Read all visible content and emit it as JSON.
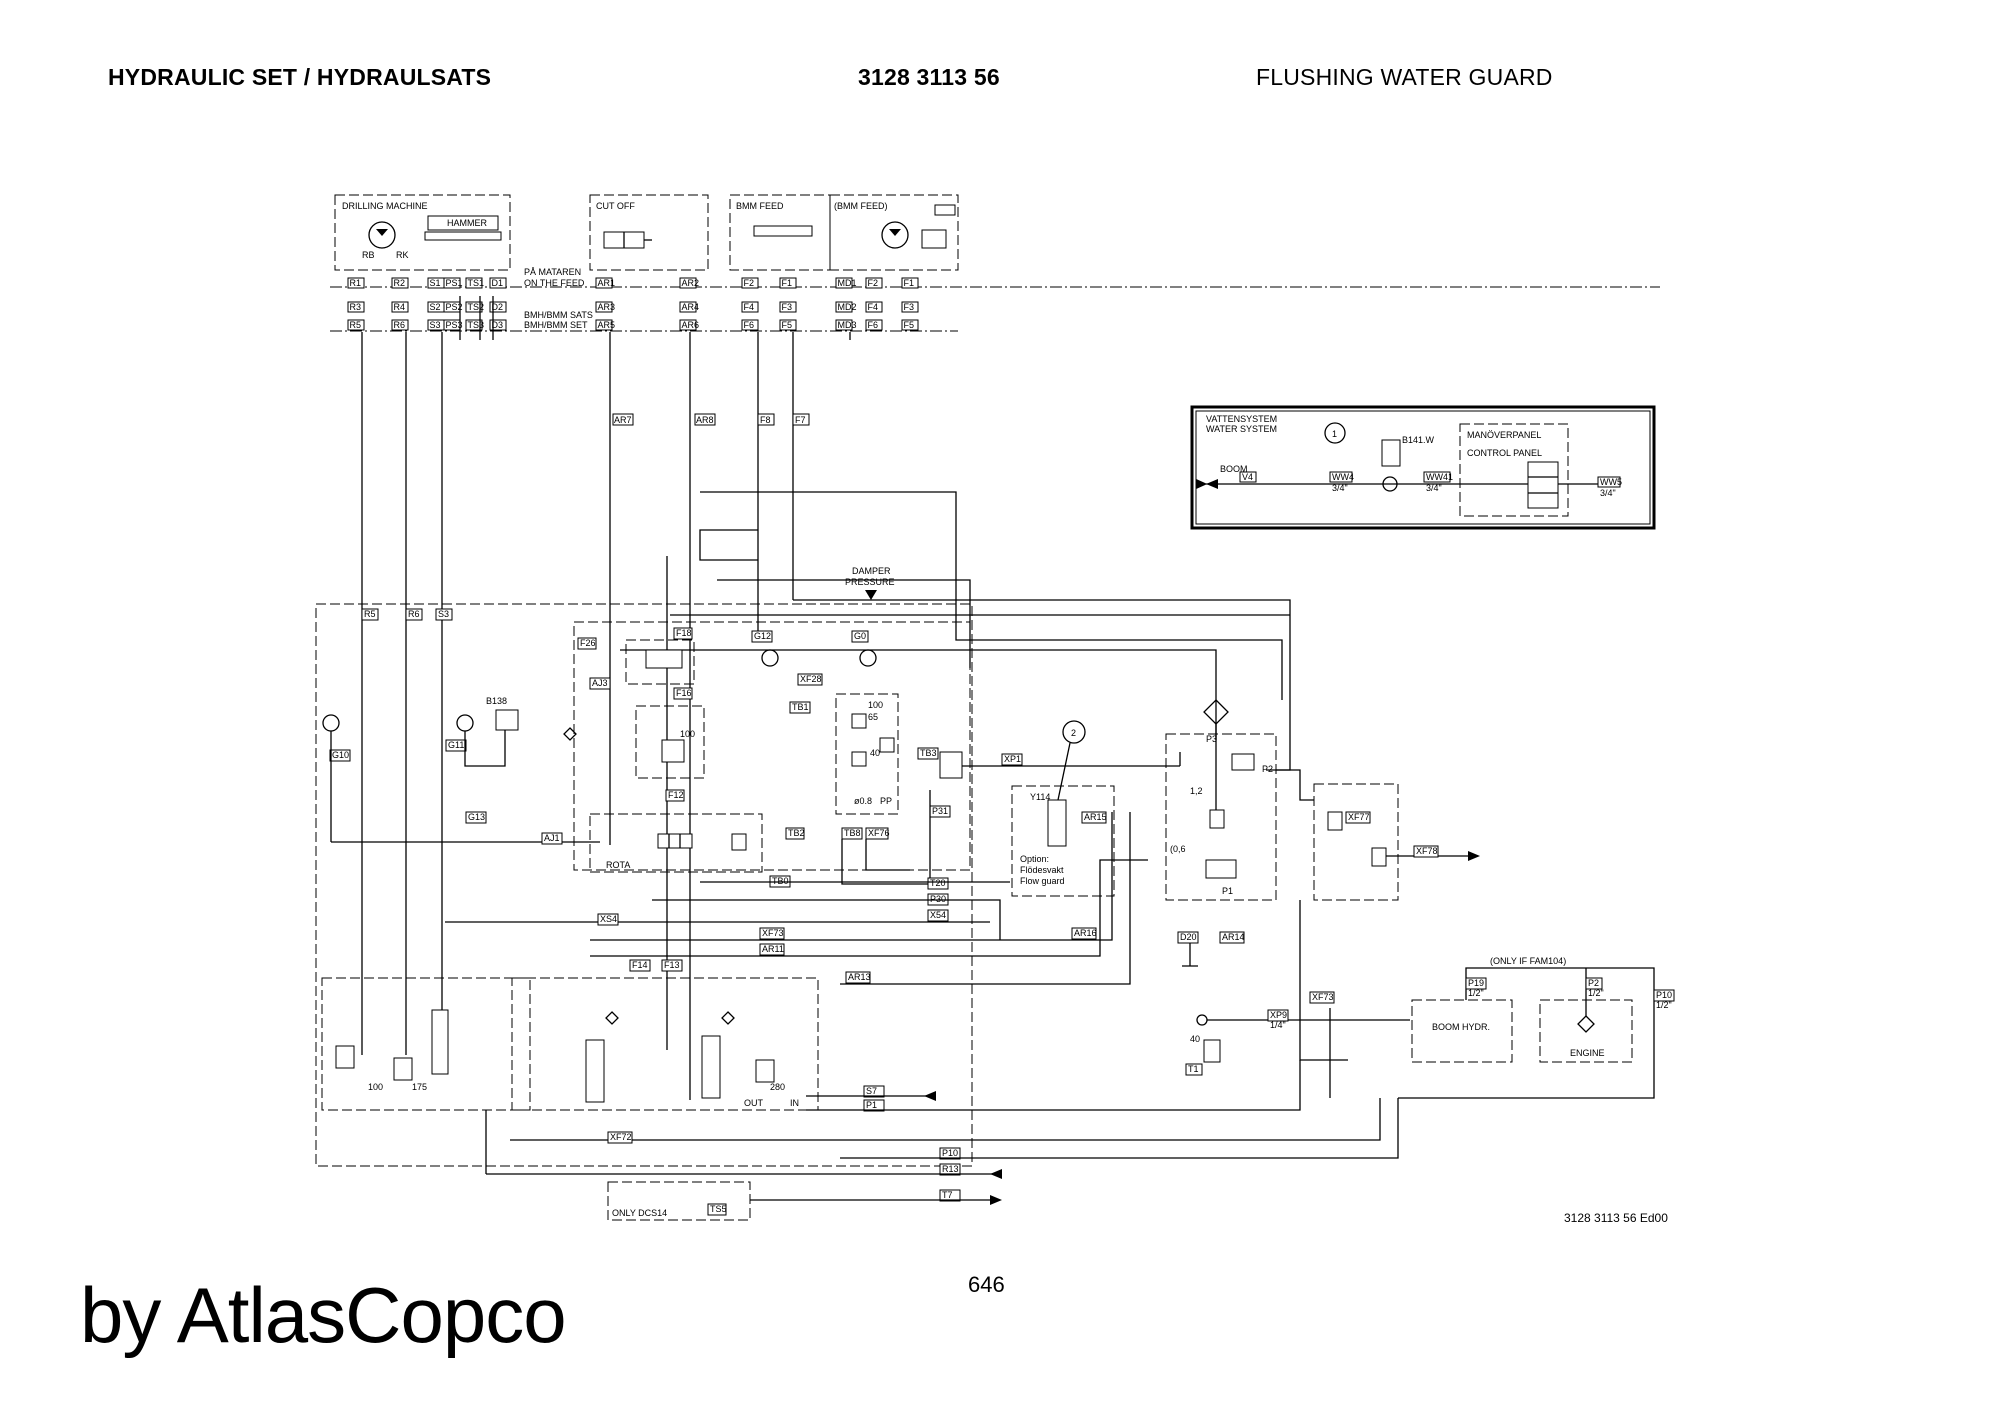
{
  "header": {
    "left": "HYDRAULIC SET / HYDRAULSATS",
    "center": "3128 3113 56",
    "right": "FLUSHING WATER GUARD"
  },
  "footer": {
    "page_number": "646",
    "brand": "by AtlasCopco",
    "drawing_ref": "3128 3113 56 Ed00"
  },
  "top_blocks": {
    "drilling_machine": "DRILLING MACHINE",
    "hammer": "HAMMER",
    "rb": "RB",
    "rk": "RK",
    "cut_off": "CUT OFF",
    "bmm_feed": "BMM FEED",
    "bmm_feed_alt": "(BMM FEED)",
    "pa_mataren": "PÅ MATAREN",
    "on_the_feed": "ON THE FEED",
    "bmh_sats": "BMH/BMM SATS",
    "bmh_set": "BMH/BMM SET"
  },
  "port_rows": [
    [
      "R1",
      "R2",
      "S1",
      "PS1",
      "TS1",
      "D1",
      "AR1",
      "AR2",
      "F2",
      "F1",
      "MD1",
      "F2",
      "F1"
    ],
    [
      "R3",
      "R4",
      "S2",
      "PS2",
      "TS2",
      "D2",
      "AR3",
      "AR4",
      "F4",
      "F3",
      "MD2",
      "F4",
      "F3"
    ],
    [
      "R5",
      "R6",
      "S3",
      "PS3",
      "TS3",
      "D3",
      "AR5",
      "AR6",
      "F6",
      "F5",
      "MD3",
      "F6",
      "F5"
    ]
  ],
  "water_system": {
    "title1": "VATTENSYSTEM",
    "title2": "WATER SYSTEM",
    "boom": "BOOM",
    "v4": "V4",
    "ww4": "WW4",
    "ww41": "WW41",
    "ww5": "WW5",
    "size": "3/4\"",
    "sensor": "B141.W",
    "callout": "1",
    "panel1": "MANÖVERPANEL",
    "panel2": "CONTROL PANEL"
  },
  "lines": {
    "ar7": "AR7",
    "ar8": "AR8",
    "f8": "F8",
    "f7": "F7",
    "r5": "R5",
    "r6": "R6",
    "s3": "S3",
    "damper1": "DAMPER",
    "damper2": "PRESSURE",
    "f18": "F18",
    "f26": "F26",
    "g12": "G12",
    "g0": "G0",
    "aj3": "AJ3",
    "f16": "F16",
    "xf28": "XF28",
    "tb1": "TB1",
    "b138": "B138",
    "g10": "G10",
    "g11": "G11",
    "g13": "G13",
    "aj1": "AJ1",
    "f12": "F12",
    "rota": "ROTA",
    "tb2": "TB2",
    "tb0": "TB0",
    "tb3": "TB3",
    "tb8": "TB8",
    "xf76": "XF76",
    "p31": "P31",
    "xp1": "XP1",
    "t20": "T20",
    "p30": "P30",
    "x54": "X54",
    "xs4": "XS4",
    "xf73": "XF73",
    "ar11": "AR11",
    "f14": "F14",
    "f13": "F13",
    "ar13": "AR13",
    "ar16": "AR16",
    "d20": "D20",
    "ar14": "AR14",
    "xf73b": "XF73",
    "xp9": "XP9",
    "s7": "S7",
    "p1": "P1",
    "xf72": "XF72",
    "p10": "P10",
    "r13": "R13",
    "t7": "T7",
    "ts5": "TS5",
    "only_dcs14": "ONLY DCS14",
    "y114": "Y114",
    "ar15": "AR15",
    "option": "Option:",
    "flodesvakt": "Flödesvakt",
    "flow_guard": "Flow guard",
    "callout2": "2",
    "p3": "P3",
    "p2": "P2",
    "xf77": "XF77",
    "xf78": "XF78",
    "only_if": "(ONLY IF FAM104)",
    "p19": "P19",
    "p2b": "P2",
    "p10b": "P10",
    "boom_hydr": "BOOM HYDR.",
    "engine": "ENGINE",
    "v100": "100",
    "v175": "175",
    "v280": "280",
    "v40": "40",
    "v65": "65",
    "v100b": "100",
    "v40b": "40",
    "v08": "ø0.8",
    "pp": "PP",
    "v12": "1,2",
    "v06": "(0,6",
    "out": "OUT",
    "in": "IN",
    "t1": "T1",
    "pl": "P1",
    "half": "1/2\"",
    "quarter": "1/4\""
  }
}
